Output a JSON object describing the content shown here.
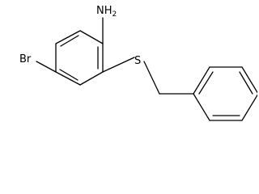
{
  "molecule": {
    "atoms": {
      "amine": {
        "element": "N",
        "hydrogens": "2"
      },
      "sulfur": {
        "element": "S"
      },
      "bromine": {
        "element": "Br"
      }
    },
    "colors": {
      "bond": "#000000",
      "text": "#000000",
      "background": "#ffffff"
    }
  }
}
